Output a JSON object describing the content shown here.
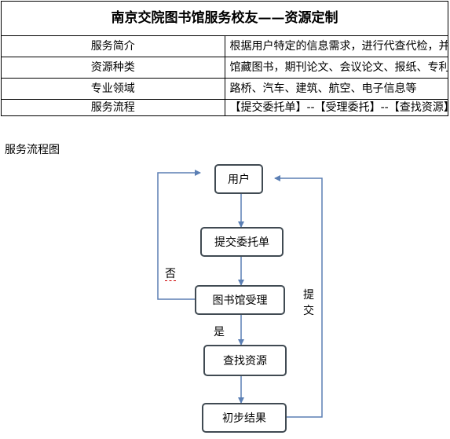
{
  "table": {
    "title": "南京交院图书馆服务校友——资源定制",
    "rows": [
      {
        "label": "服务简介",
        "value": "根据用户特定的信息需求，进行代查代检，并提供资源。"
      },
      {
        "label": "资源种类",
        "value": "馆藏图书，期刊论文、会议论文、报纸、专利、标准等"
      },
      {
        "label": "专业领域",
        "value": "路桥、汽车、建筑、航空、电子信息等"
      },
      {
        "label": "服务流程",
        "value": "【提交委托单】--【受理委托】--【查找资源】--【提交资源】"
      }
    ]
  },
  "flow": {
    "caption": "服务流程图",
    "nodes": [
      "用户",
      "提交委托单",
      "图书馆受理",
      "查找资源",
      "初步结果"
    ],
    "no_label": "否",
    "yes_label": "是",
    "submit_label": "提交"
  },
  "colors": {
    "box_border": "#404a52",
    "arrow_blue": "#5b7fb4"
  }
}
